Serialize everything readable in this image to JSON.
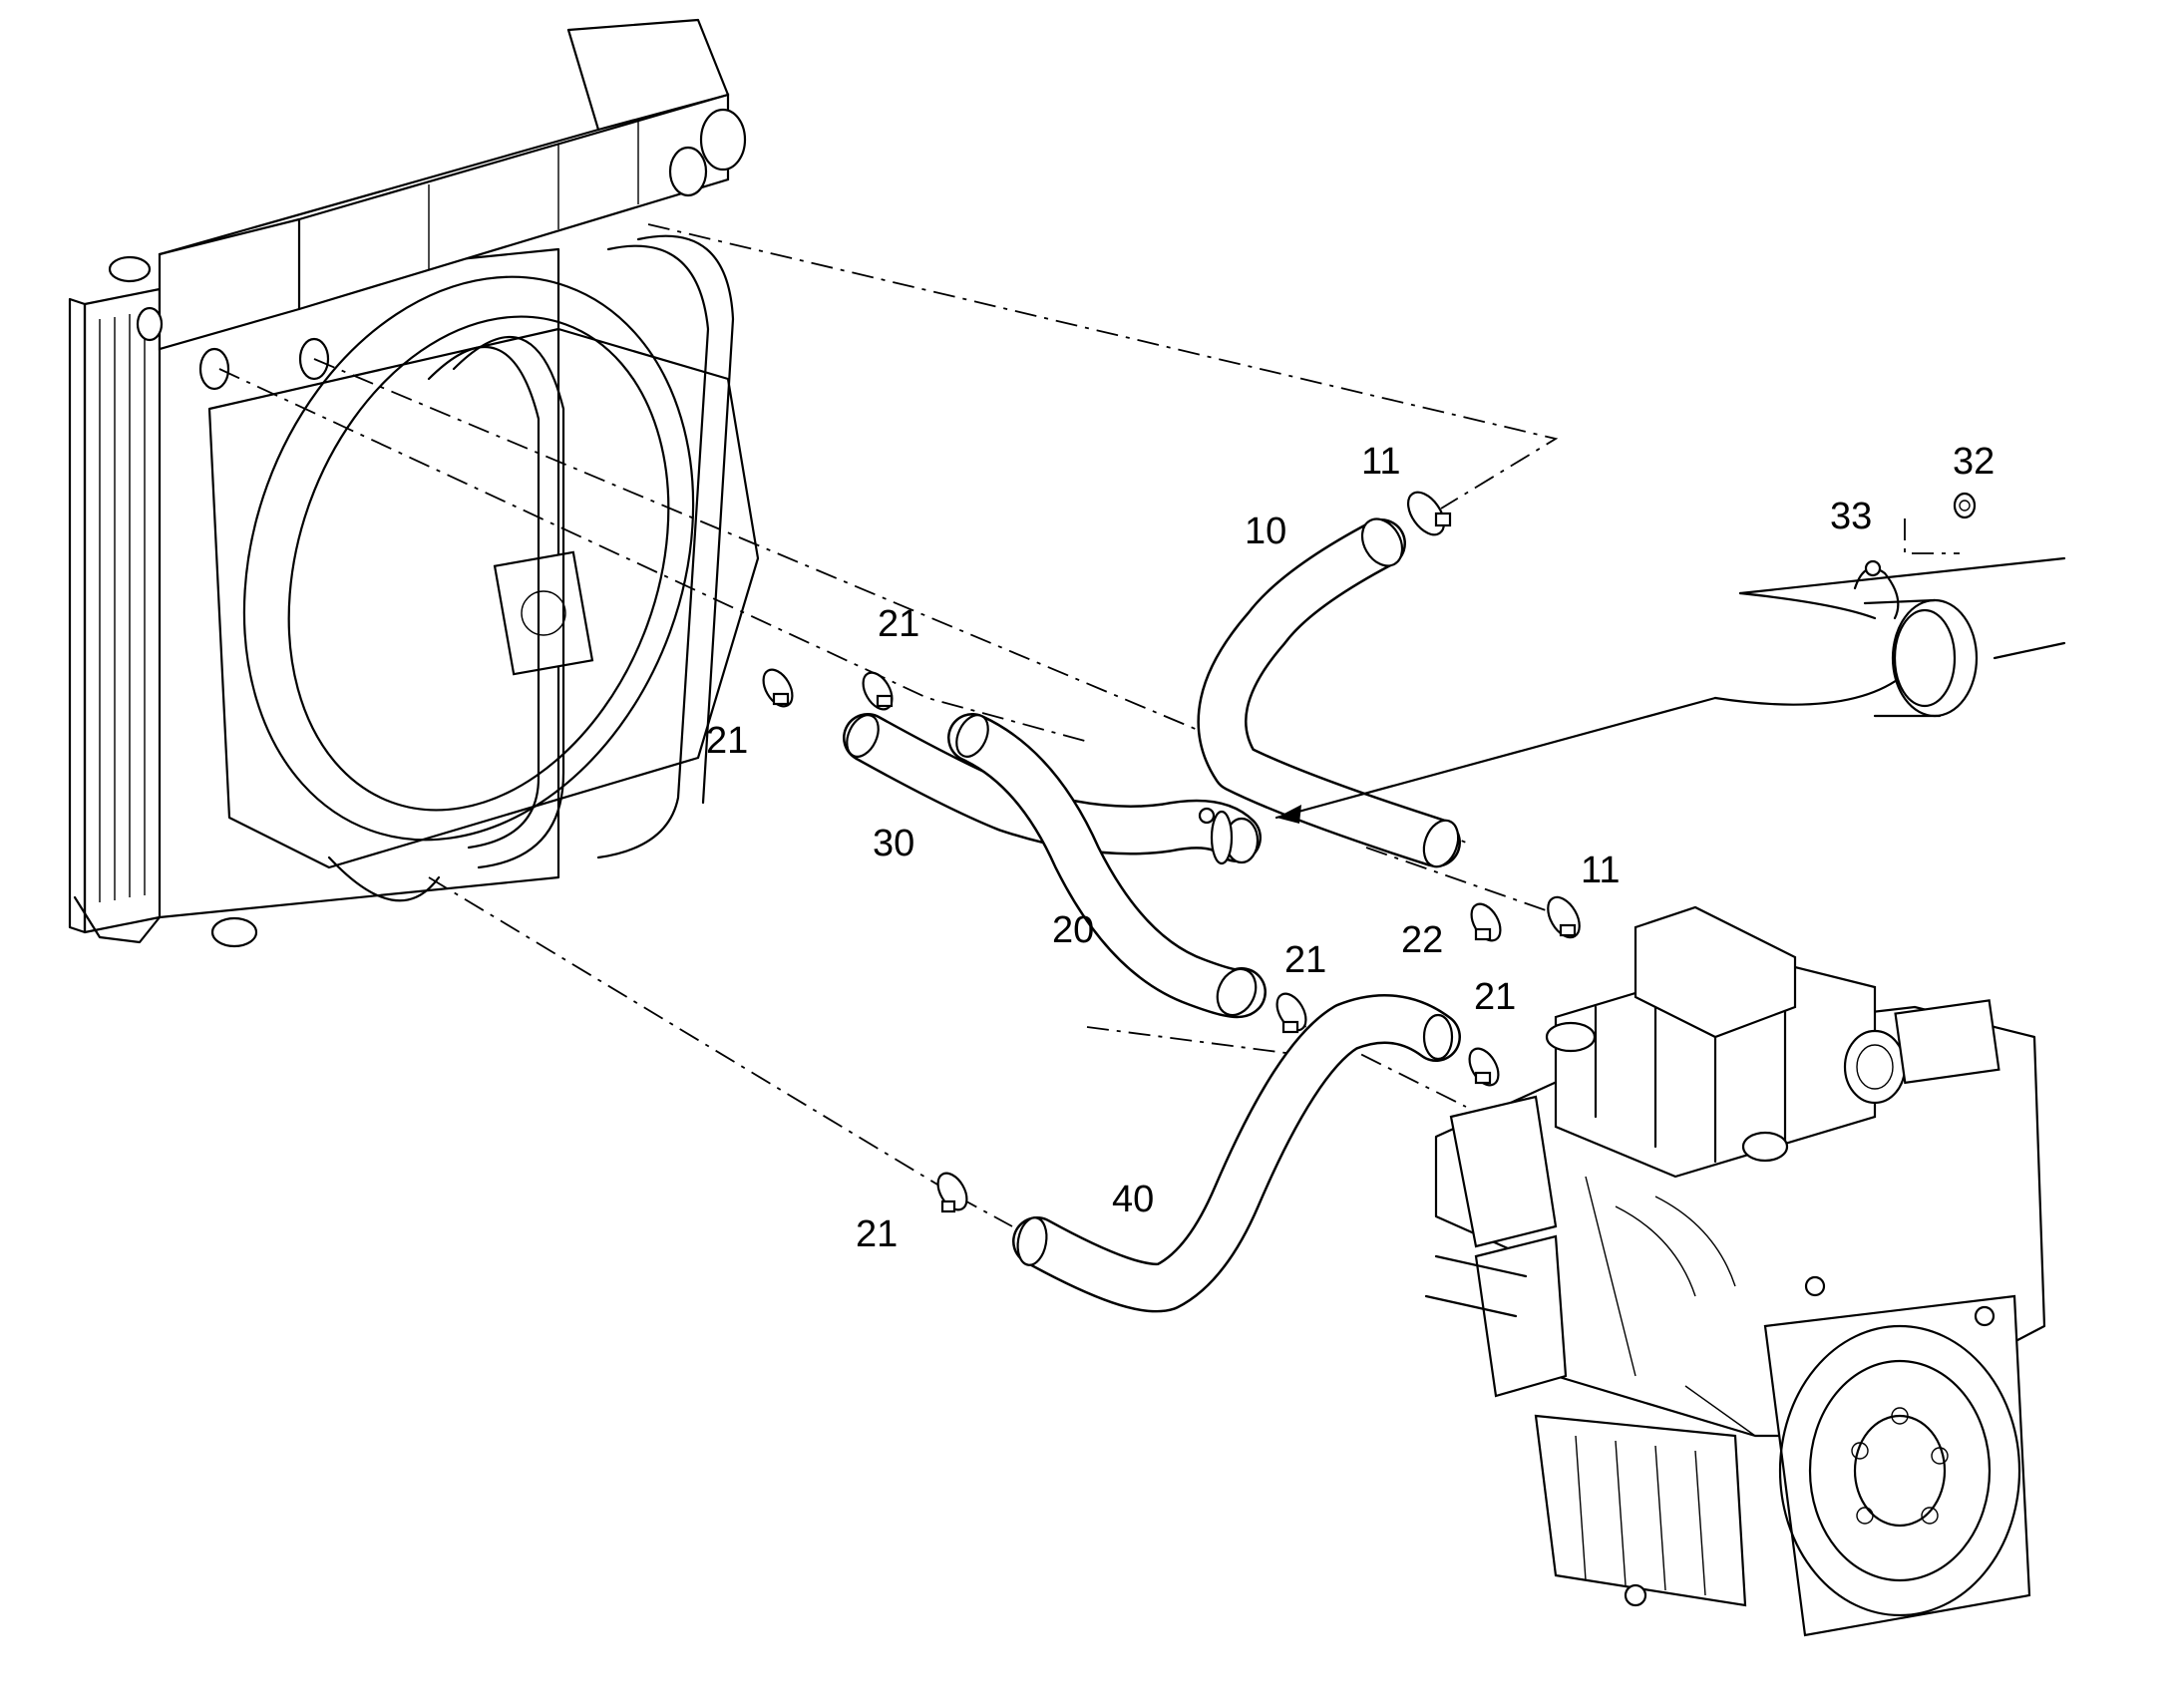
{
  "diagram": {
    "labels": {
      "p10": "10",
      "p11_top": "11",
      "p11_right": "11",
      "p20": "20",
      "p21_a": "21",
      "p21_b": "21",
      "p21_c": "21",
      "p21_d": "21",
      "p21_e": "21",
      "p22": "22",
      "p30": "30",
      "p32": "32",
      "p33": "33",
      "p40": "40"
    }
  }
}
